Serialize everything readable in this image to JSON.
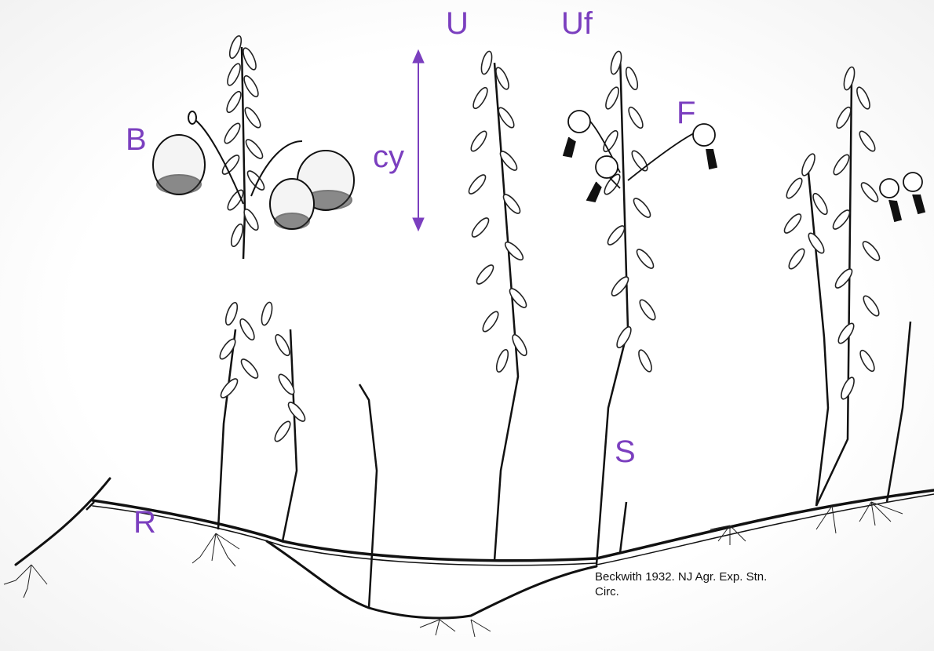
{
  "labels": {
    "u": "U",
    "uf": "Uf",
    "b": "B",
    "cy": "cy",
    "f": "F",
    "s": "S",
    "r": "R"
  },
  "citation": {
    "line1": "Beckwith 1932. NJ Agr. Exp. Stn.",
    "line2": "Circ."
  },
  "colors": {
    "label": "#7b3fbf",
    "ink": "#111111",
    "background": "#ffffff"
  }
}
